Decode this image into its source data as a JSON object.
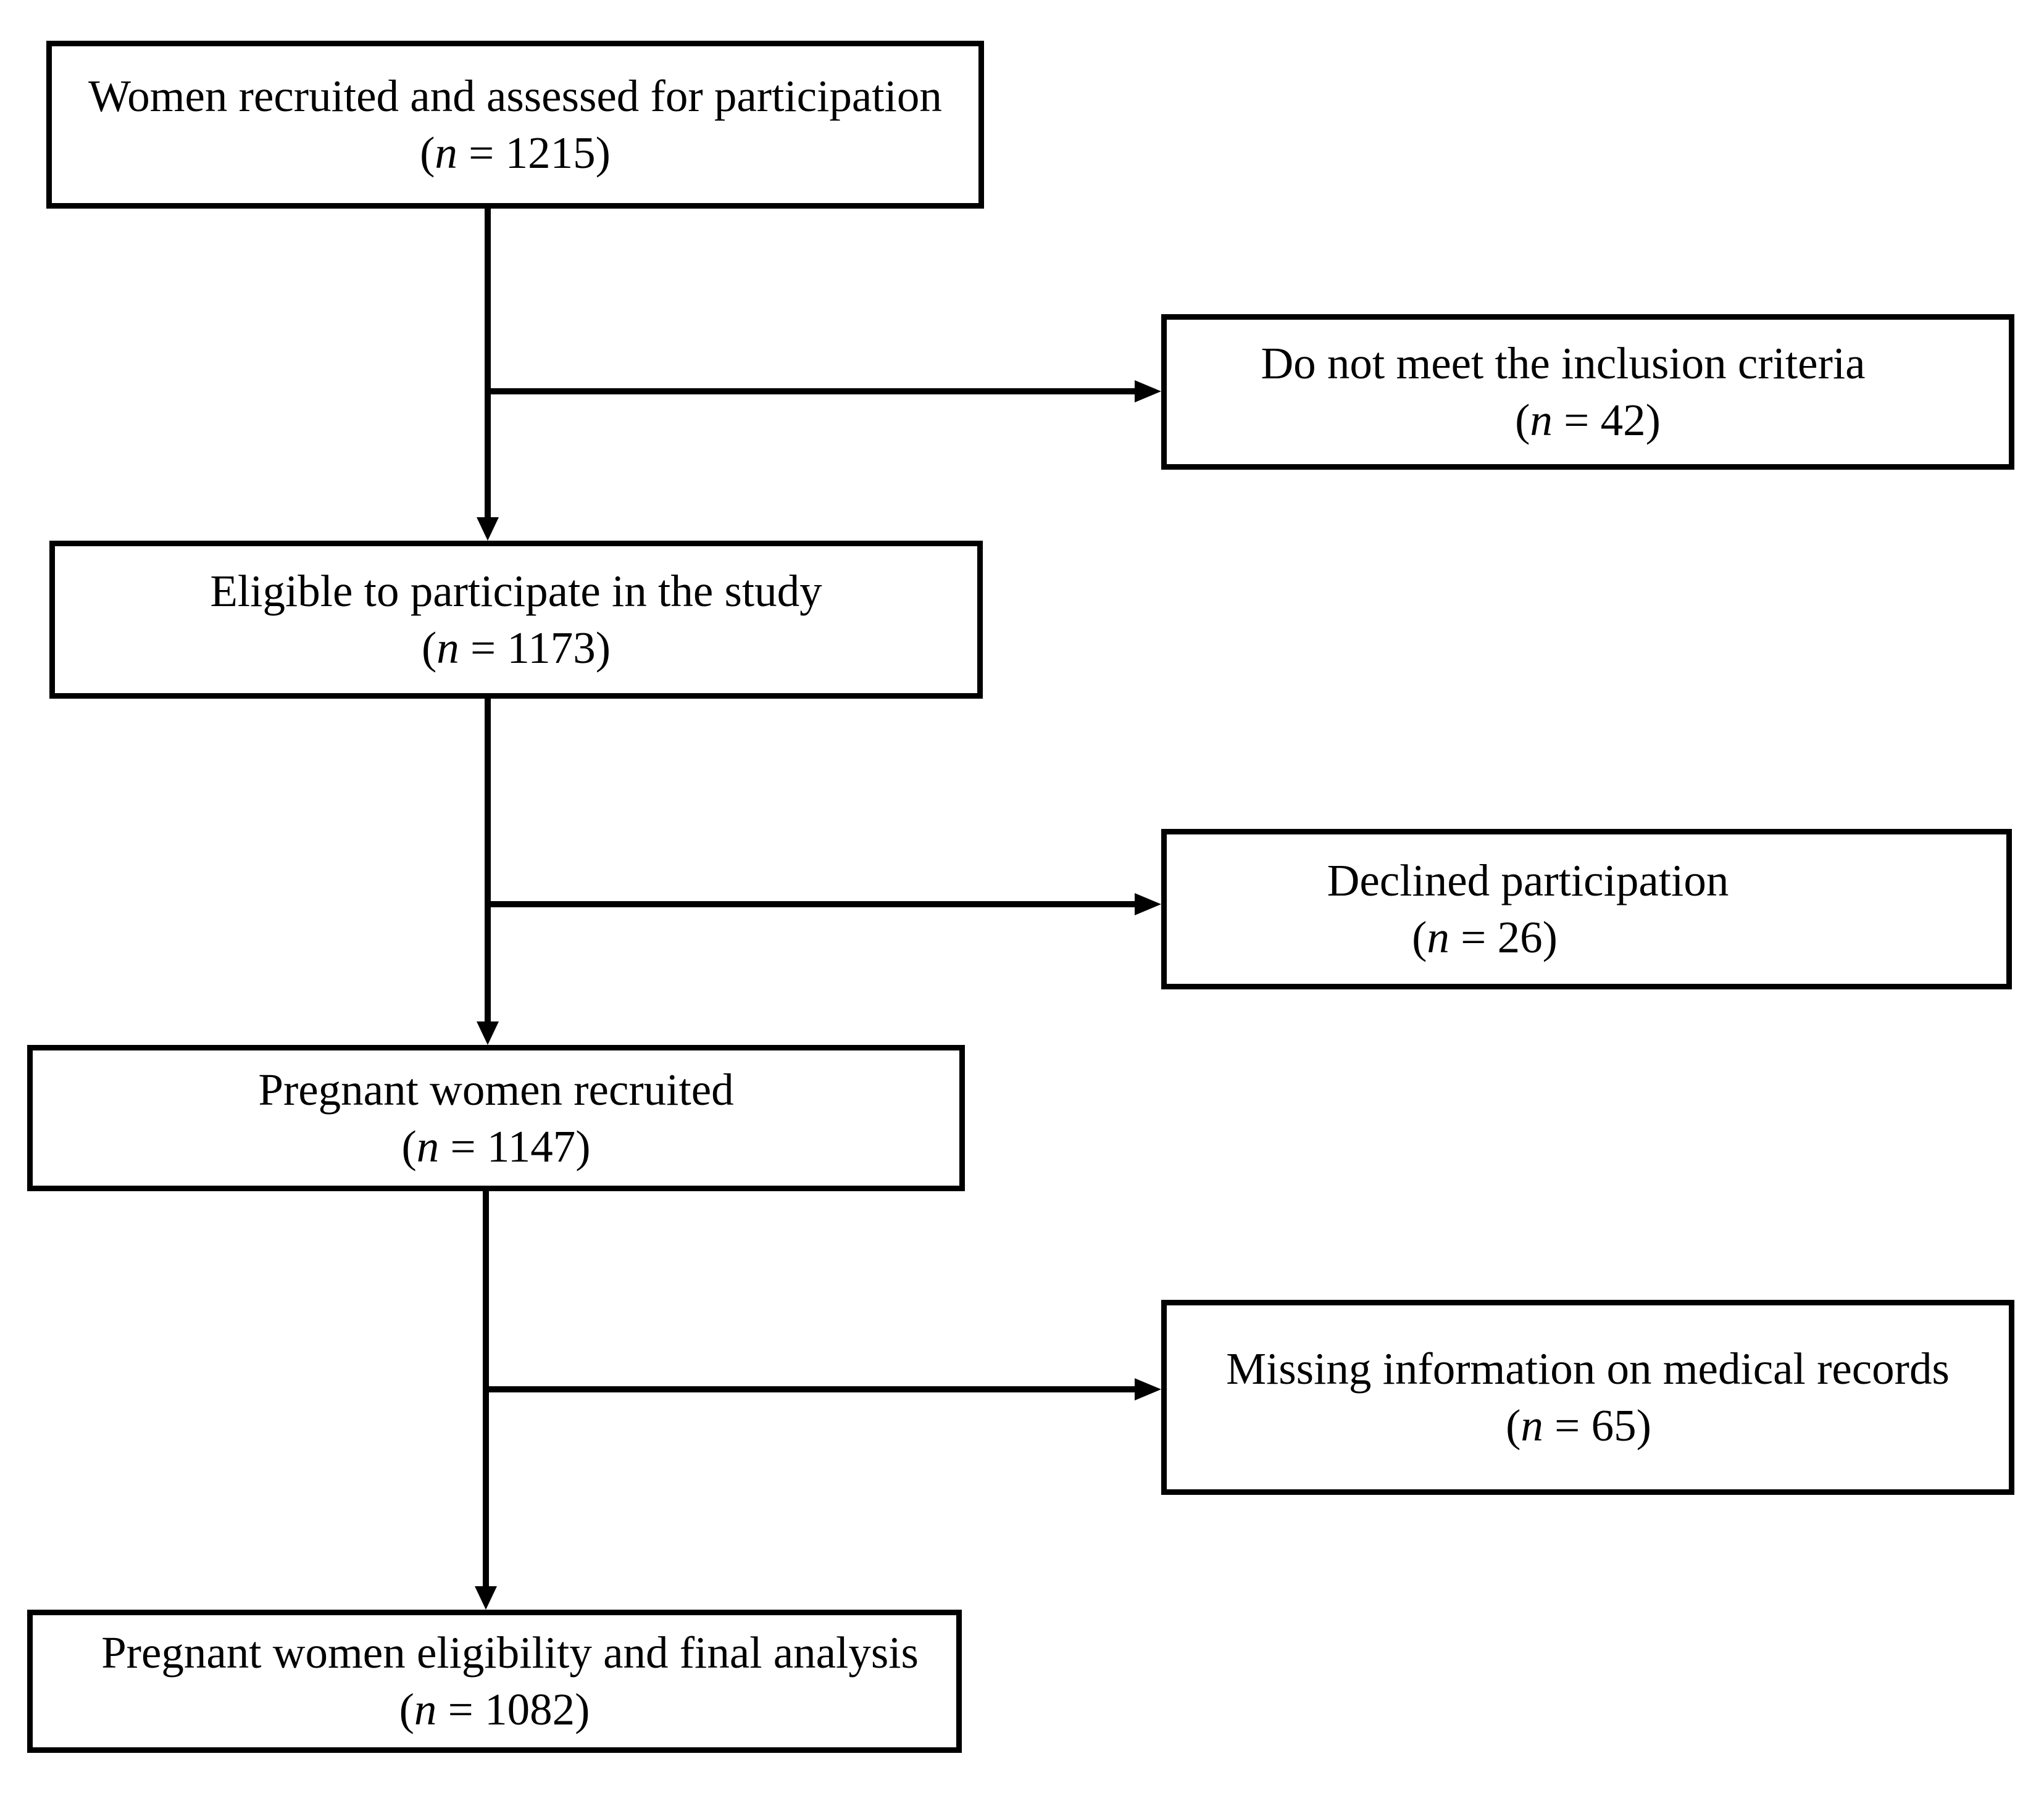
{
  "flowchart": {
    "steps": [
      {
        "label": "Women recruited and assessed for participation",
        "n_prefix": "(",
        "n_symbol": "n",
        "n_suffix": " = 1215)"
      },
      {
        "label": "Eligible to participate in the study",
        "n_prefix": "(",
        "n_symbol": "n",
        "n_suffix": " = 1173)"
      },
      {
        "label": "Pregnant women recruited",
        "n_prefix": "(",
        "n_symbol": "n",
        "n_suffix": " = 1147)"
      },
      {
        "label": "Pregnant women eligibility and final analysis",
        "n_prefix": "(",
        "n_symbol": "n",
        "n_suffix": " = 1082)"
      }
    ],
    "exclusions": [
      {
        "label": "Do not meet the inclusion criteria",
        "n_prefix": "(",
        "n_symbol": "n",
        "n_suffix": " = 42)"
      },
      {
        "label": "Declined participation",
        "n_prefix": "(",
        "n_symbol": "n",
        "n_suffix": " = 26)"
      },
      {
        "label": "Missing information on medical records",
        "n_prefix": "(",
        "n_symbol": "n",
        "n_suffix": " = 65)"
      }
    ]
  },
  "colors": {
    "line": "#000000",
    "background": "#ffffff"
  }
}
